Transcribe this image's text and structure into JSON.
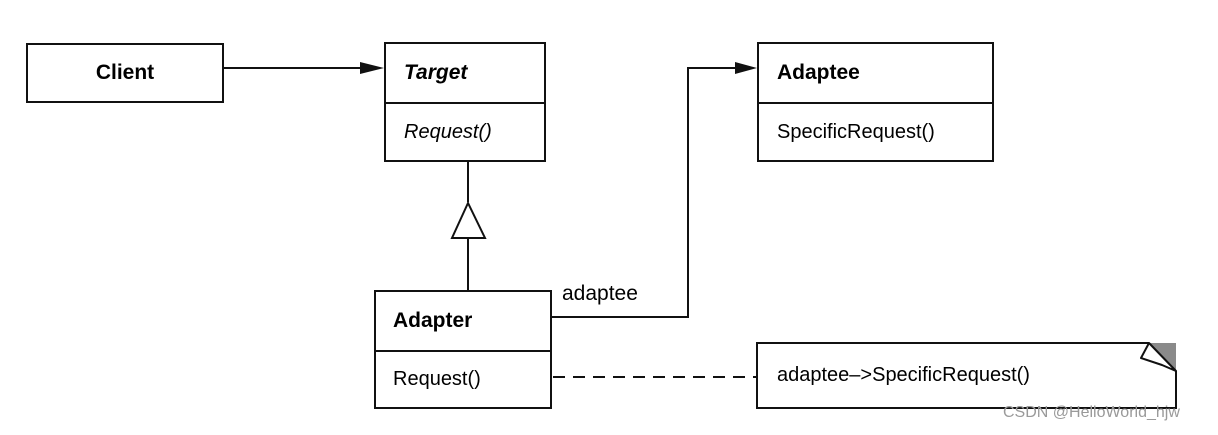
{
  "client": {
    "name": "Client"
  },
  "target": {
    "name": "Target",
    "operation": "Request()"
  },
  "adaptee": {
    "name": "Adaptee",
    "operation": "SpecificRequest()"
  },
  "adapter": {
    "name": "Adapter",
    "operation": "Request()"
  },
  "association": {
    "role_label": "adaptee"
  },
  "note": {
    "text": "adaptee–>SpecificRequest()"
  },
  "watermark": {
    "text": "CSDN @HelloWorld_hjw"
  }
}
